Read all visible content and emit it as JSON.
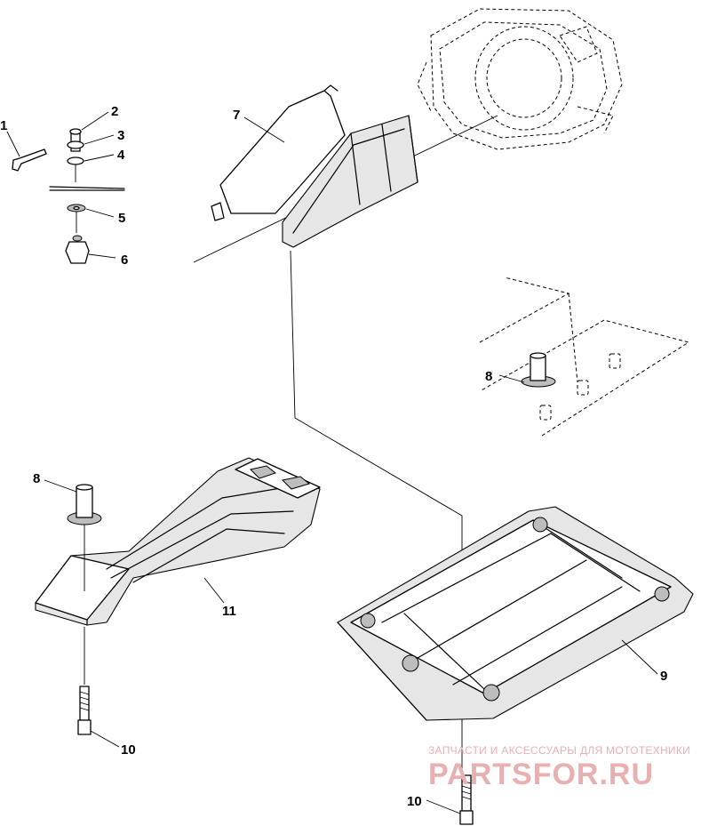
{
  "callouts": {
    "c1": "1",
    "c2": "2",
    "c3": "3",
    "c4": "4",
    "c5": "5",
    "c6": "6",
    "c7": "7",
    "c8a": "8",
    "c8b": "8",
    "c9": "9",
    "c10a": "10",
    "c10b": "10",
    "c11": "11"
  },
  "watermark": {
    "subtitle": "ЗАПЧАСТИ И АКСЕССУАРЫ ДЛЯ МОТОТЕХНИКИ",
    "brand": "PARTSFOR.RU"
  },
  "colors": {
    "line": "#000000",
    "background": "#ffffff",
    "watermark": "#e8b0b0"
  }
}
